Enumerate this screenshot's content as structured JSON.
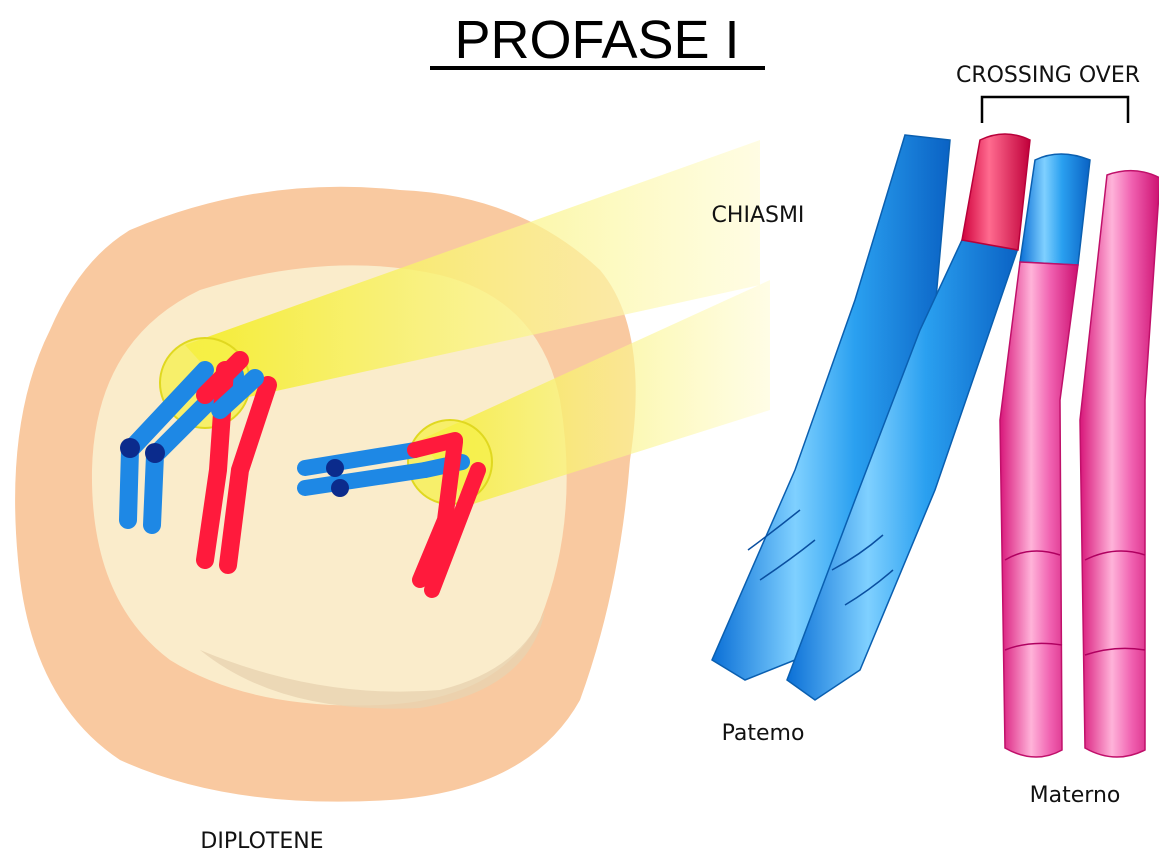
{
  "title": "PROFASE I",
  "labels": {
    "crossing_over": "CROSSING OVER",
    "chiasmi": "CHIASMI",
    "paterno": "Patemo",
    "materno": "Materno",
    "diplotene": "DIPLOTENE"
  },
  "colors": {
    "paternal": "#1e90ff",
    "maternal_highlight": "#ff1744",
    "maternal_pink": "#e8338f",
    "cell_outer": "#f9c9a0",
    "nucleus": "#faeccb",
    "chiasma_highlight": "#f6f04a"
  }
}
